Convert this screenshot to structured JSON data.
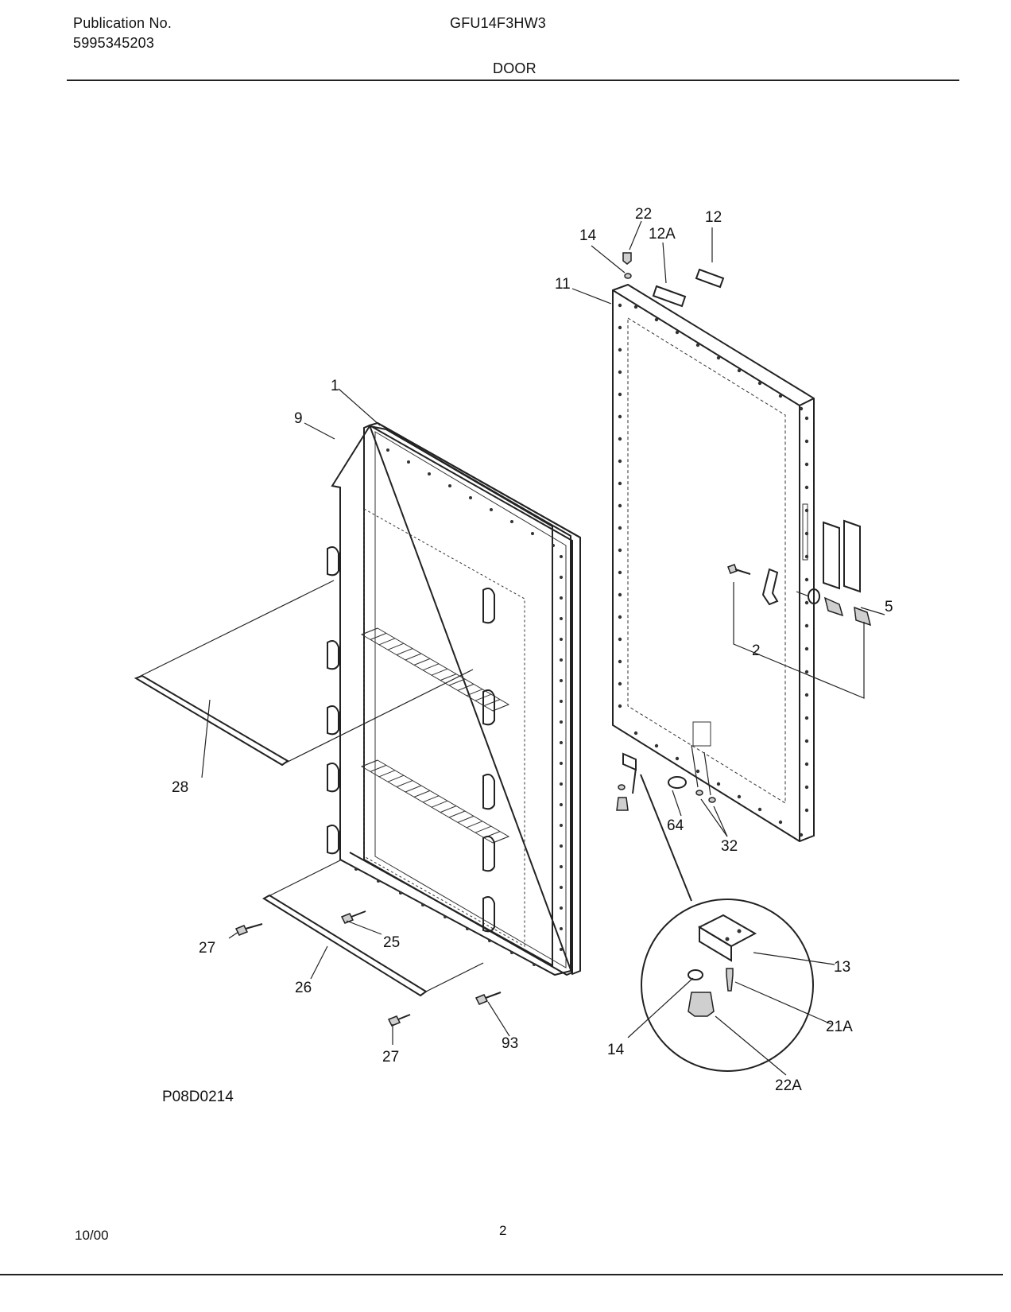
{
  "header": {
    "publication_label": "Publication No.",
    "publication_number": "5995345203",
    "model": "GFU14F3HW3",
    "section": "DOOR"
  },
  "diagram": {
    "labels": {
      "l22": "22",
      "l12": "12",
      "l14": "14",
      "l12A": "12A",
      "l11": "11",
      "l1": "1",
      "l9": "9",
      "l5": "5",
      "l2": "2",
      "l28": "28",
      "l64": "64",
      "l32": "32",
      "l13": "13",
      "l27a": "27",
      "l25": "25",
      "l26": "26",
      "l21A": "21A",
      "l93": "93",
      "l14b": "14",
      "l27b": "27",
      "l22A": "22A"
    },
    "code": "P08D0214"
  },
  "footer": {
    "date": "10/00",
    "page": "2"
  }
}
